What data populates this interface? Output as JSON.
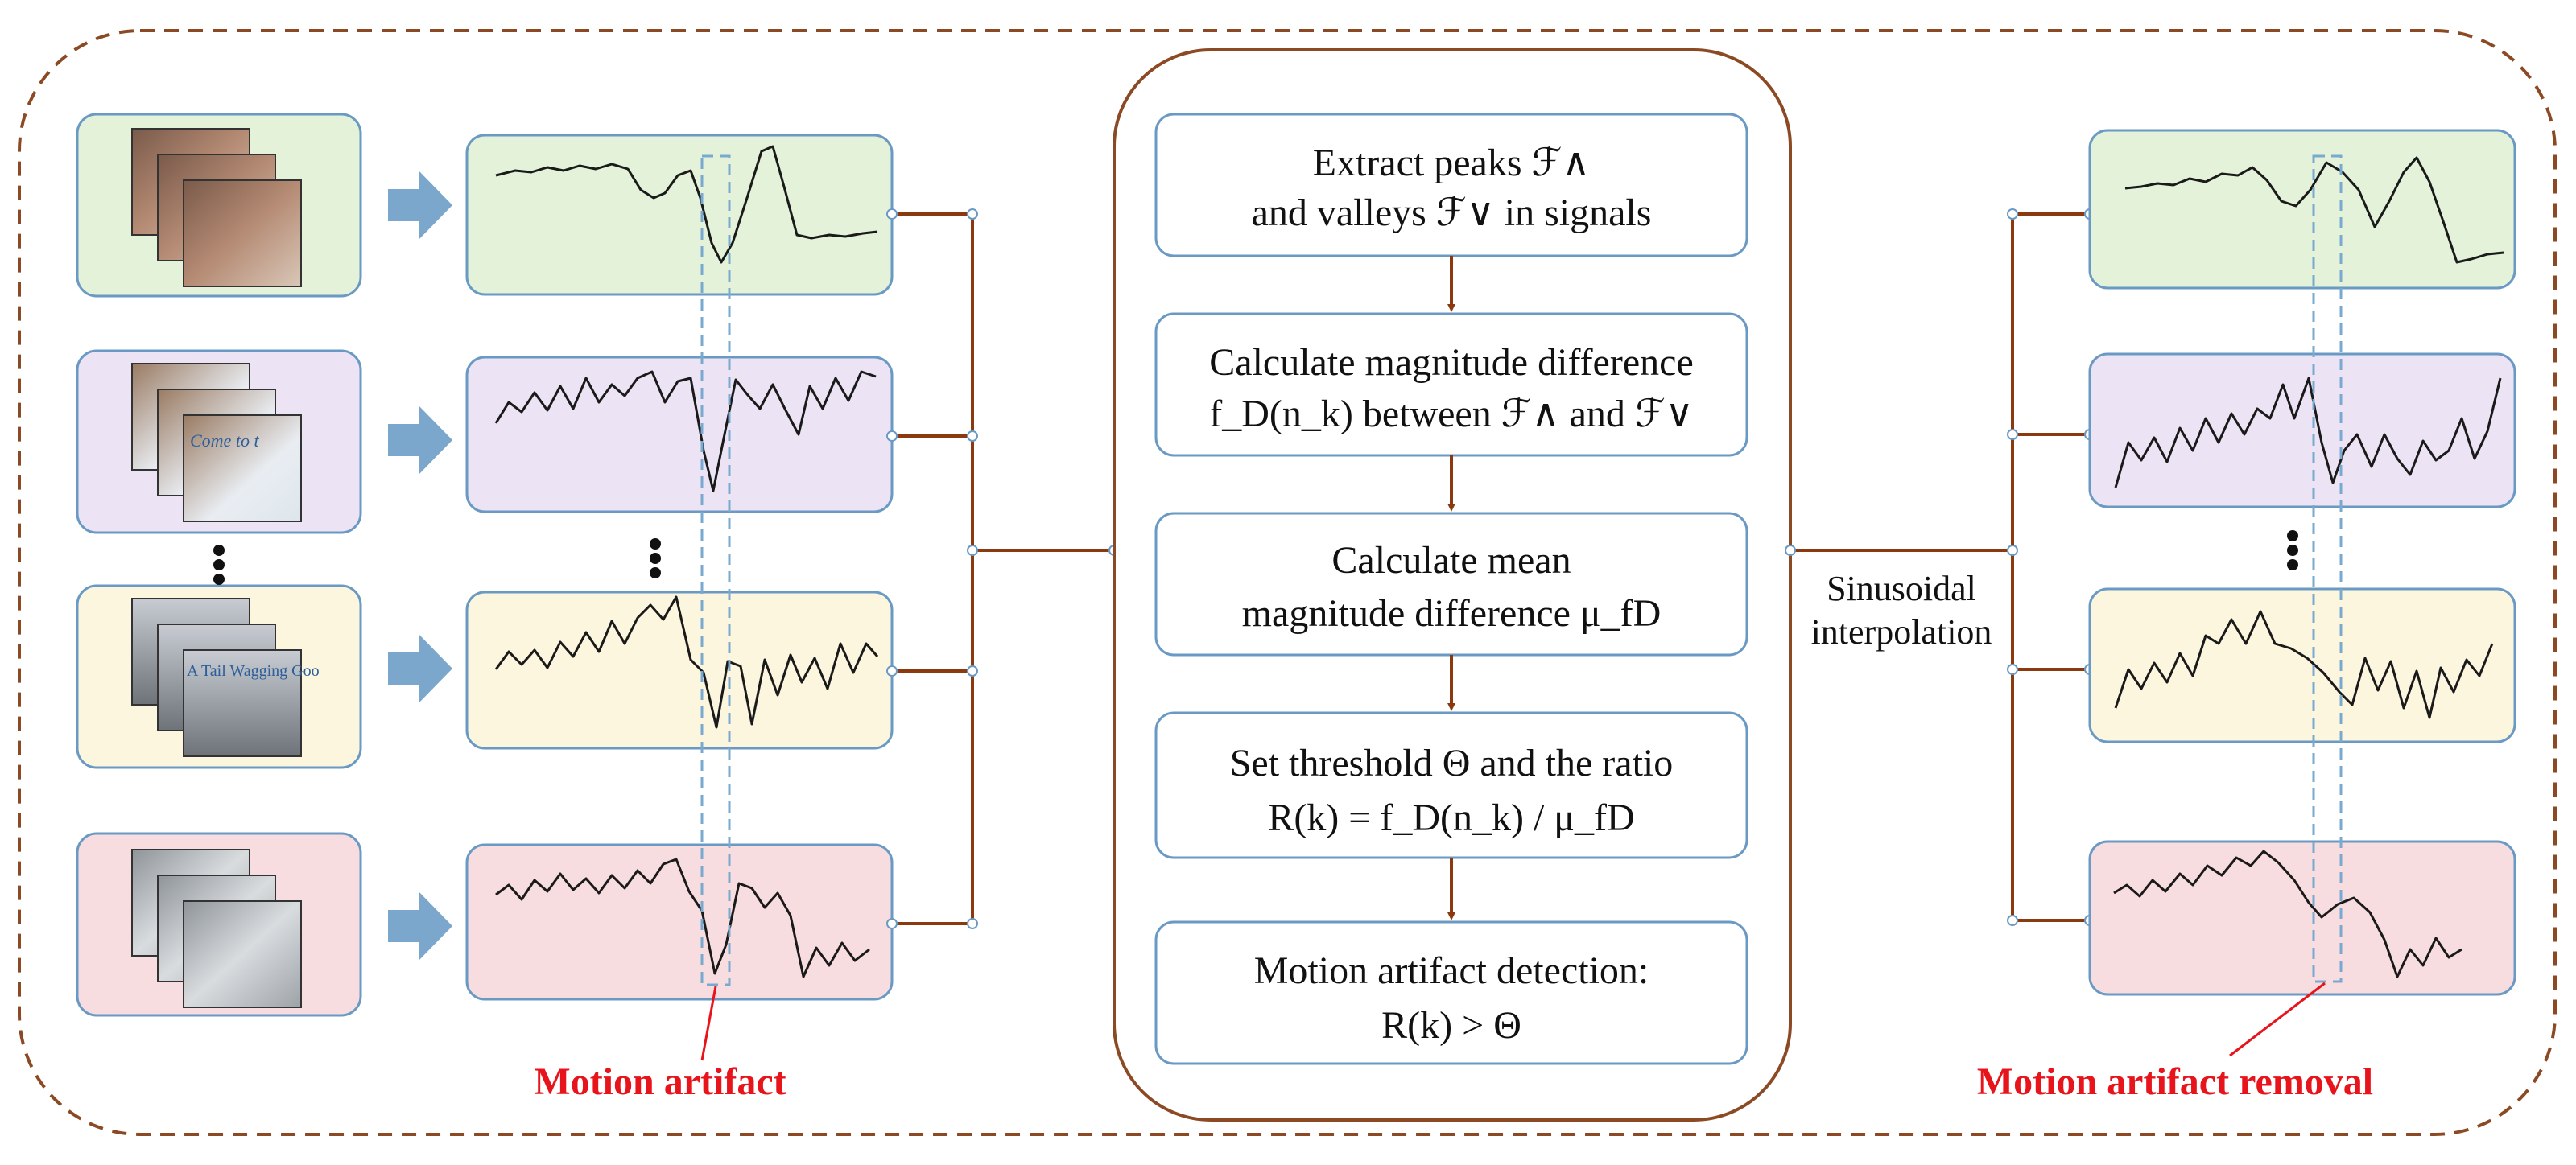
{
  "steps": [
    {
      "line1": "Extract peaks ℱ∧",
      "line2": "and valleys ℱ∨ in signals"
    },
    {
      "line1": "Calculate magnitude difference",
      "line2": "f_D(n_k) between ℱ∧ and ℱ∨"
    },
    {
      "line1": "Calculate mean",
      "line2": "magnitude difference μ_fD"
    },
    {
      "line1": "Set threshold Θ and the ratio",
      "line2": "R(k) = f_D(n_k) / μ_fD"
    },
    {
      "line1": "Motion artifact detection:",
      "line2": "R(k) > Θ"
    }
  ],
  "labels": {
    "motion_artifact": "Motion artifact",
    "motion_artifact_removal": "Motion artifact removal",
    "interp_line1": "Sinusoidal",
    "interp_line2": "interpolation"
  },
  "frame_texts": {
    "purple": "Come to t",
    "yellow": "A Tail Wagging Goo"
  },
  "colors": {
    "green_fill": "#e3f2d9",
    "purple_fill": "#ece3f4",
    "yellow_fill": "#fdf6df",
    "pink_fill": "#f8dde0",
    "box_border": "#6a9ac4",
    "arrow_blue": "#7ba7cc",
    "connector_brown": "#8b3a10",
    "outer_dash": "#8b4a24",
    "highlight_dash": "#7aa9cf",
    "label_red": "#e8141c"
  },
  "icons": {
    "right_arrow": "block-arrow-right",
    "vertical_ellipsis": "vertical-ellipsis",
    "frame_stack": "video-frame-stack"
  }
}
